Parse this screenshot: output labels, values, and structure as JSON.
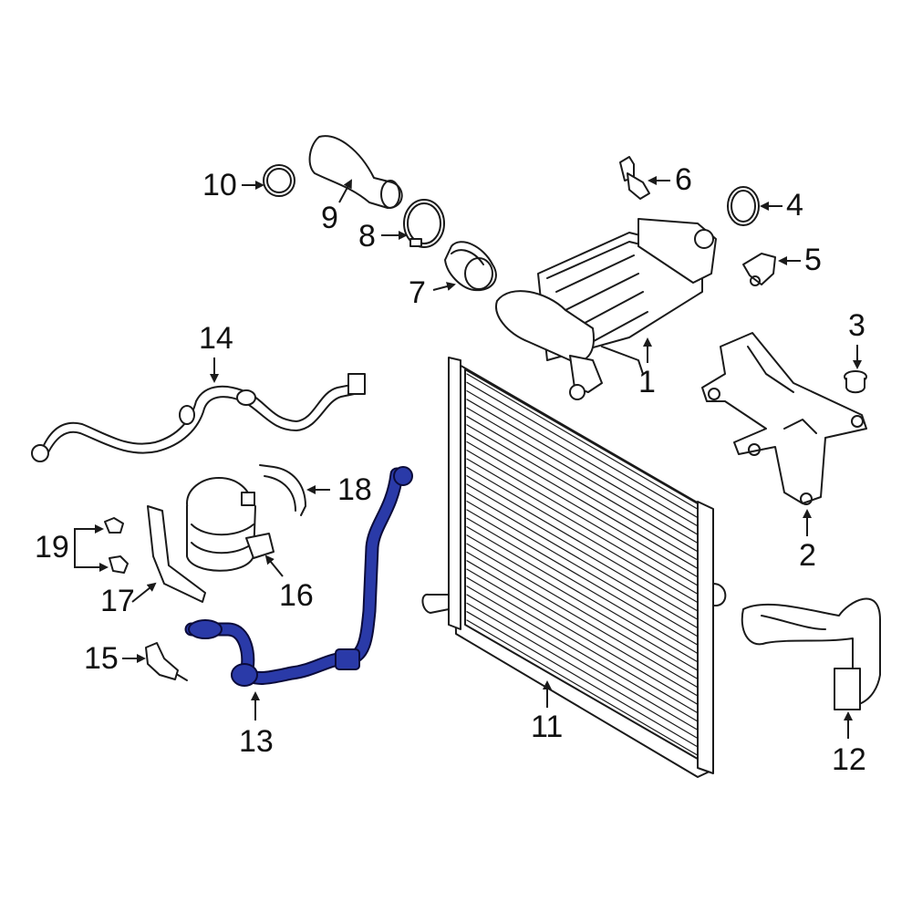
{
  "diagram": {
    "highlight_color": "#2a3aa8",
    "line_color": "#1a1a1a",
    "callouts": [
      {
        "id": "c1",
        "label": "1"
      },
      {
        "id": "c2",
        "label": "2"
      },
      {
        "id": "c3",
        "label": "3"
      },
      {
        "id": "c4",
        "label": "4"
      },
      {
        "id": "c5",
        "label": "5"
      },
      {
        "id": "c6",
        "label": "6"
      },
      {
        "id": "c7",
        "label": "7"
      },
      {
        "id": "c8",
        "label": "8"
      },
      {
        "id": "c9",
        "label": "9"
      },
      {
        "id": "c10",
        "label": "10"
      },
      {
        "id": "c11",
        "label": "11"
      },
      {
        "id": "c12",
        "label": "12"
      },
      {
        "id": "c13",
        "label": "13"
      },
      {
        "id": "c14",
        "label": "14"
      },
      {
        "id": "c15",
        "label": "15"
      },
      {
        "id": "c16",
        "label": "16"
      },
      {
        "id": "c17",
        "label": "17"
      },
      {
        "id": "c18",
        "label": "18"
      },
      {
        "id": "c19",
        "label": "19"
      }
    ],
    "highlighted_part": "13"
  }
}
